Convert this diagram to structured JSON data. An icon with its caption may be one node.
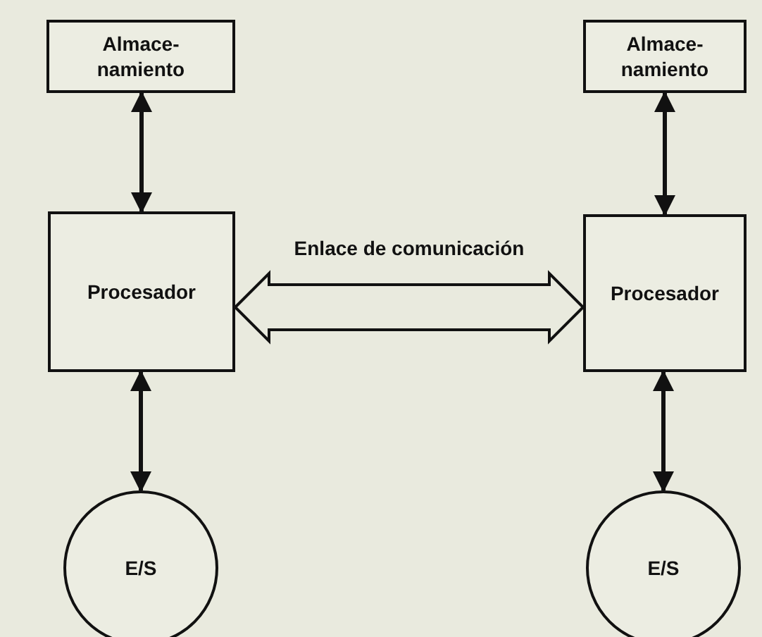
{
  "diagram": {
    "nodes": [
      {
        "text": [
          "Almace-namiento"
        ]
      },
      {
        "text": [
          "Procesador"
        ]
      },
      {
        "text": [
          "E/S"
        ]
      },
      {
        "text": [
          "Almace-namiento"
        ]
      },
      {
        "text": [
          "Procesador"
        ]
      },
      {
        "text": [
          "E/S"
        ]
      }
    ],
    "edges": [
      {
        "from": 0,
        "to": 1,
        "arrow": "both"
      },
      {
        "from": 1,
        "to": 2,
        "arrow": "both"
      },
      {
        "from": 3,
        "to": 4,
        "arrow": "both"
      },
      {
        "from": 4,
        "to": 5,
        "arrow": "both"
      },
      {
        "from": 1,
        "to": 4,
        "arrow": "both",
        "label": "Enlace de comunicación",
        "style": "thick"
      }
    ]
  }
}
